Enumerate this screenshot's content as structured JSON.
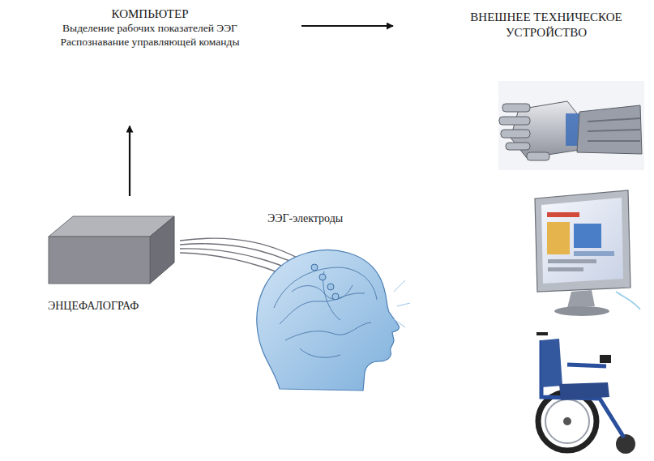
{
  "diagram": {
    "nodes": [
      {
        "text": [
          "КОМПЬЮТЕР",
          "Выделение рабочих показателей ЭЭГ",
          "Распознавание управляющей команды"
        ]
      },
      {
        "text": [
          "ВНЕШНЕЕ ТЕХНИЧЕСКОЕ УСТРОЙСТВО"
        ]
      },
      {
        "text": [
          "ЭНЦЕФАЛОГРАФ"
        ]
      }
    ],
    "edges": [
      {
        "from": 2,
        "to": 0,
        "arrow": "to"
      },
      {
        "from": 0,
        "to": 1,
        "arrow": "to"
      }
    ],
    "labels": [
      "ЭЭГ-электроды"
    ]
  }
}
